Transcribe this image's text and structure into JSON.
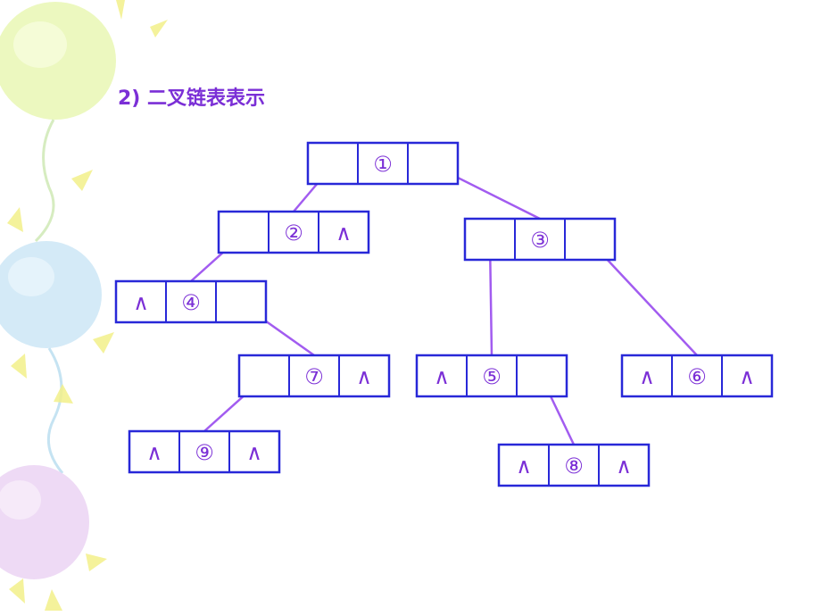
{
  "slide": {
    "title": "2) 二叉链表表示"
  },
  "colors": {
    "box": "#2828d8",
    "text": "#7b2fd6",
    "edge": "#a25cf0",
    "background": "#ffffff"
  },
  "tree": {
    "null_symbol": "∧",
    "nodes": [
      {
        "id": "n1",
        "left": "",
        "label": "①",
        "right": ""
      },
      {
        "id": "n2",
        "left": "",
        "label": "②",
        "right": "∧"
      },
      {
        "id": "n3",
        "left": "",
        "label": "③",
        "right": ""
      },
      {
        "id": "n4",
        "left": "∧",
        "label": "④",
        "right": ""
      },
      {
        "id": "n7",
        "left": "",
        "label": "⑦",
        "right": "∧"
      },
      {
        "id": "n5",
        "left": "∧",
        "label": "⑤",
        "right": ""
      },
      {
        "id": "n6",
        "left": "∧",
        "label": "⑥",
        "right": "∧"
      },
      {
        "id": "n9",
        "left": "∧",
        "label": "⑨",
        "right": "∧"
      },
      {
        "id": "n8",
        "left": "∧",
        "label": "⑧",
        "right": "∧"
      }
    ],
    "edges": [
      {
        "from": "n1",
        "side": "left",
        "to": "n2"
      },
      {
        "from": "n1",
        "side": "right",
        "to": "n3"
      },
      {
        "from": "n2",
        "side": "left",
        "to": "n4"
      },
      {
        "from": "n4",
        "side": "right",
        "to": "n7"
      },
      {
        "from": "n7",
        "side": "left",
        "to": "n9"
      },
      {
        "from": "n3",
        "side": "left",
        "to": "n5"
      },
      {
        "from": "n3",
        "side": "right",
        "to": "n6"
      },
      {
        "from": "n5",
        "side": "right",
        "to": "n8"
      }
    ]
  }
}
